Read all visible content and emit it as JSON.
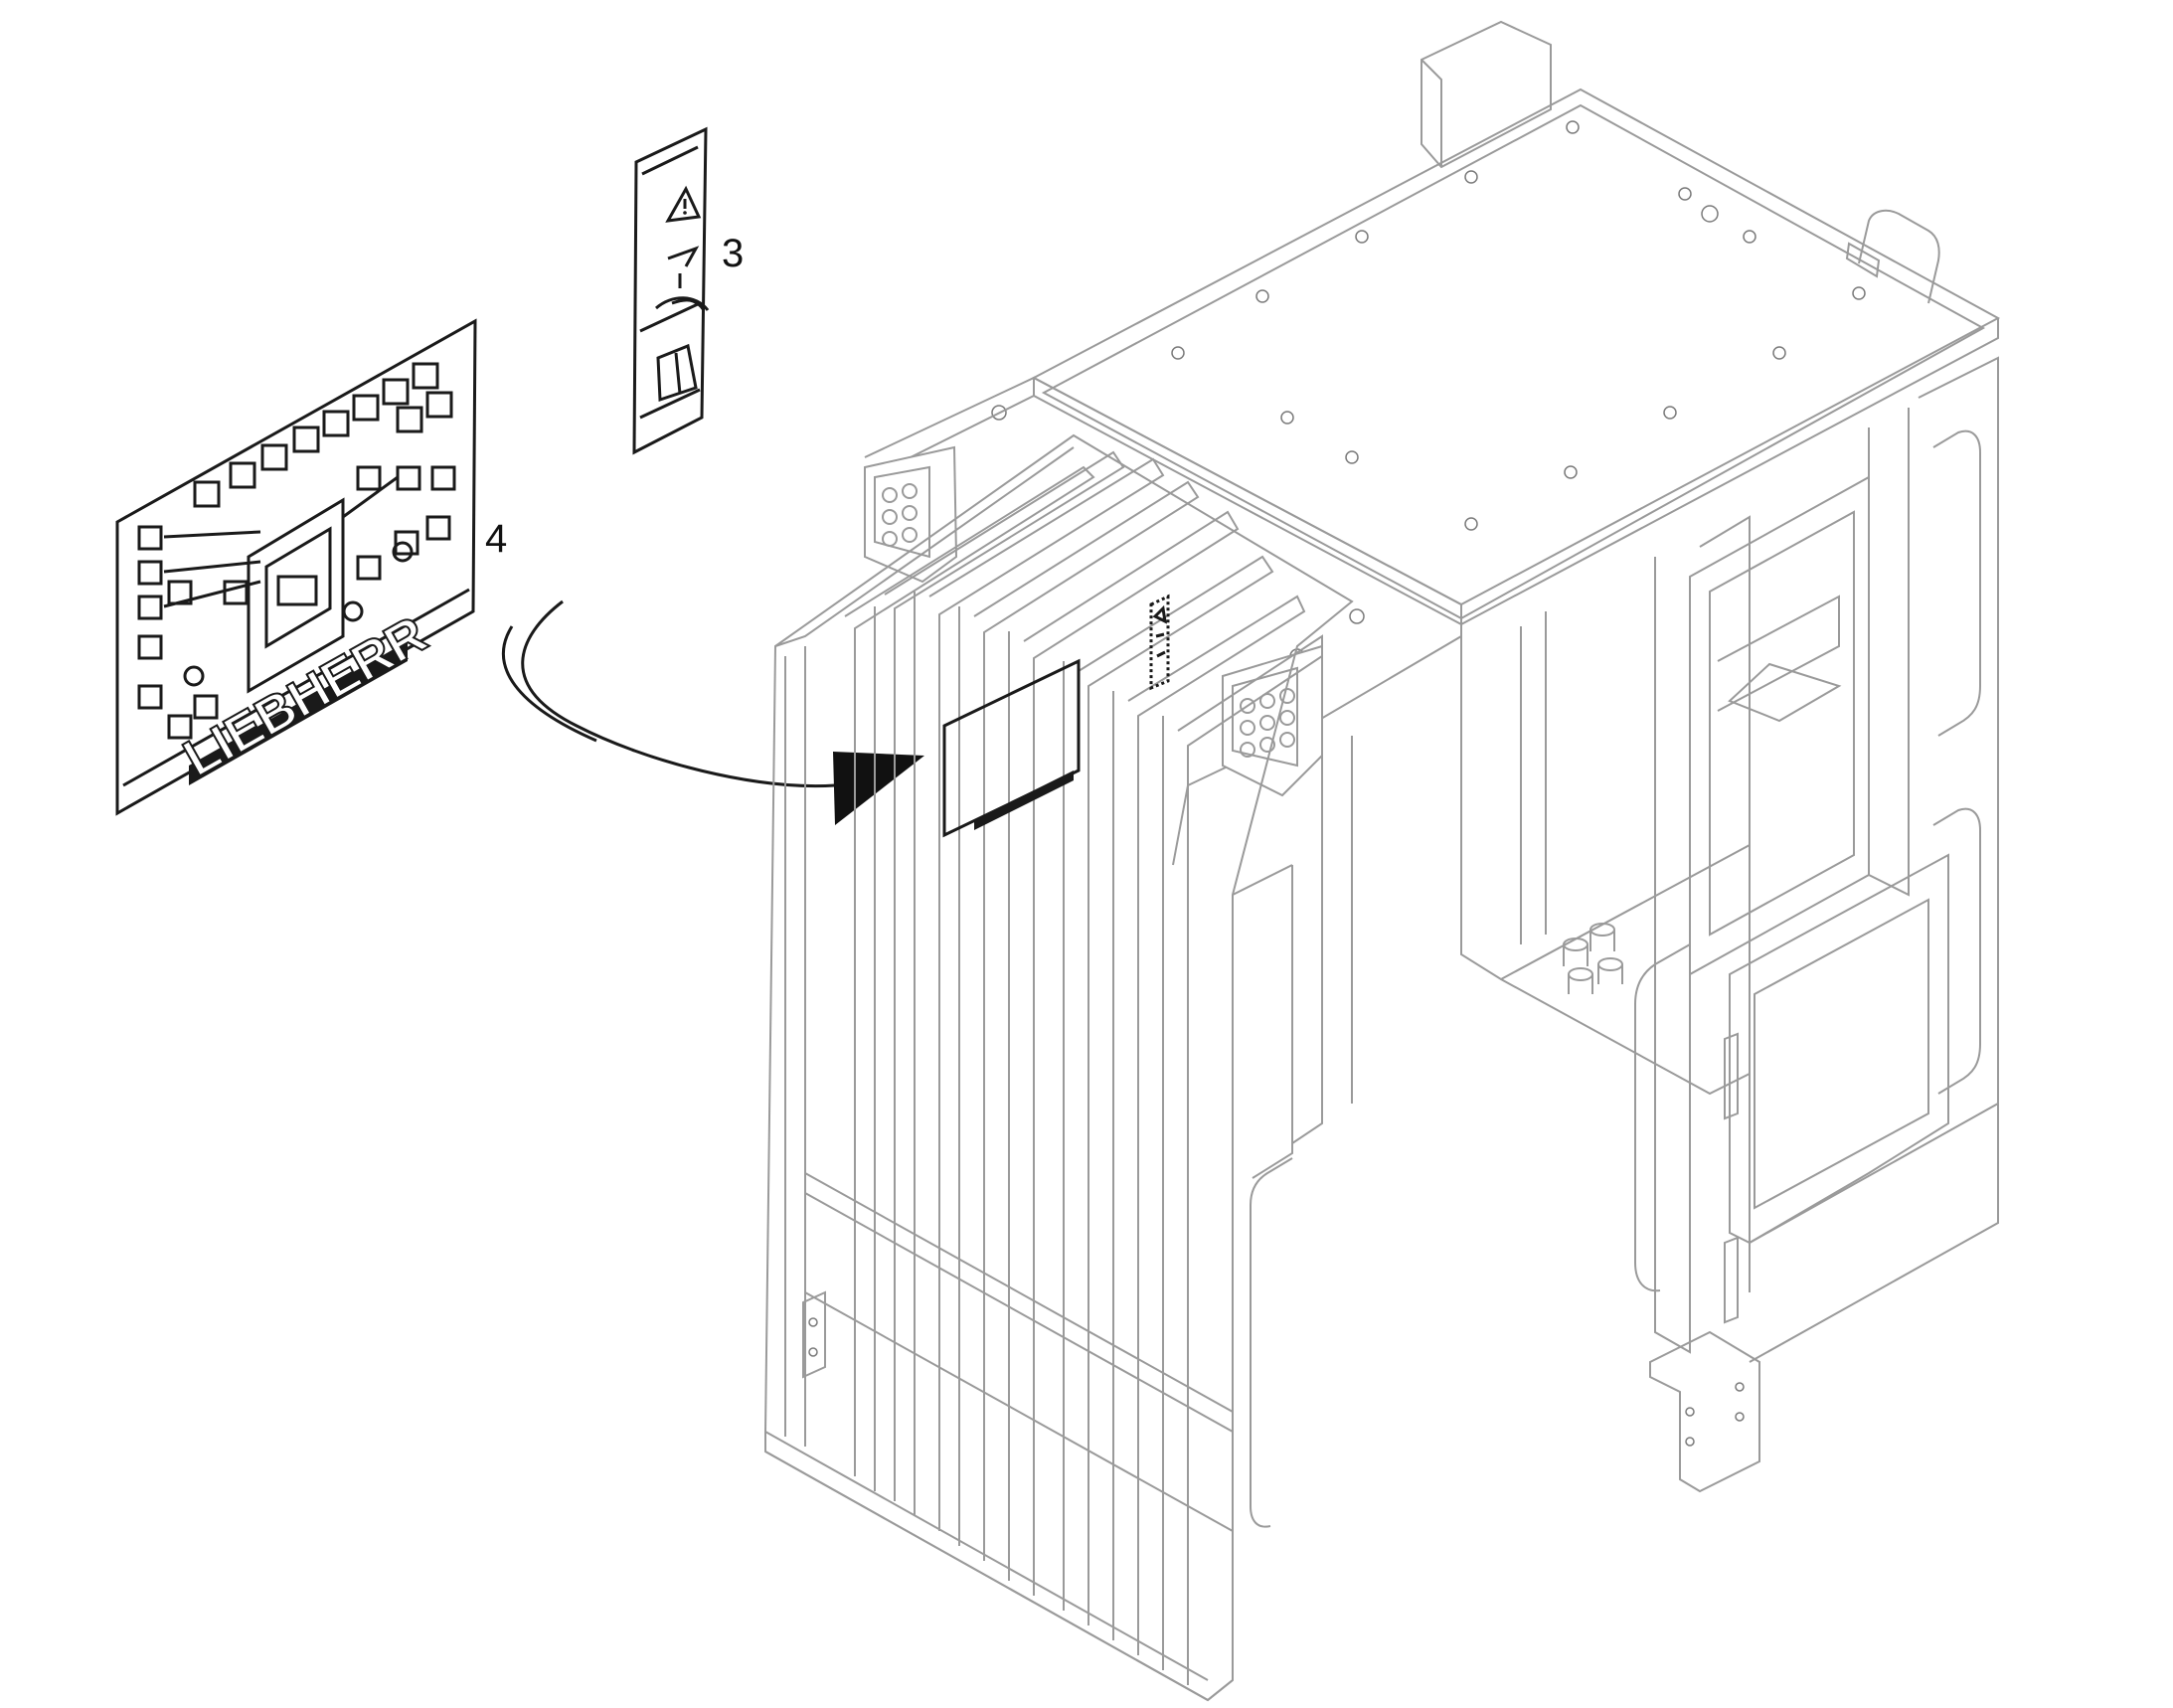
{
  "callouts": {
    "item_3": "3",
    "item_4": "4"
  },
  "decal_4": {
    "brand": "LIEBHERR"
  }
}
